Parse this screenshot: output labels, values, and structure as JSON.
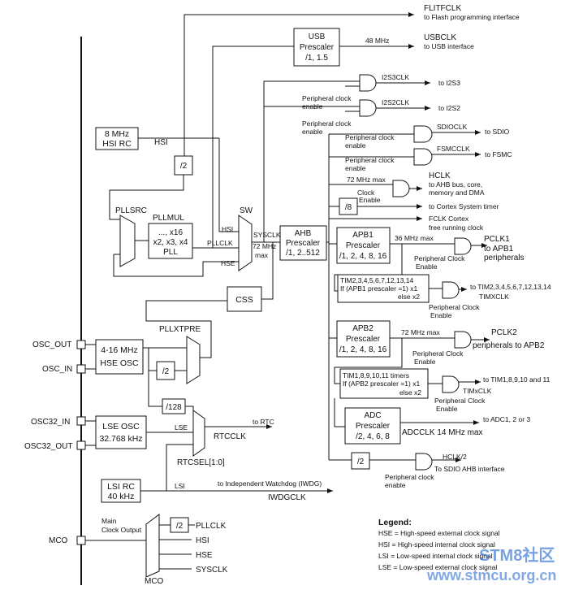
{
  "outputs": {
    "flitfclk": "FLITFCLK",
    "flitfclk_desc": "to Flash programming interface",
    "usbclk": "USBCLK",
    "usbclk_desc": "to USB interface",
    "usb_freq": "48 MHz",
    "i2s3clk": "I2S3CLK",
    "to_i2s3": "to I2S3",
    "i2s2clk": "I2S2CLK",
    "to_i2s2": "to I2S2",
    "sdioclk": "SDIOCLK",
    "to_sdio": "to SDIO",
    "fsmcclk": "FSMCCLK",
    "to_fsmc": "to FSMC",
    "hclk": "HCLK",
    "hclk_desc1": "to AHB bus, core,",
    "hclk_desc2": "memory and DMA",
    "hclk_max": "72 MHz max",
    "cortex_timer": "to Cortex System timer",
    "fclk1": "FCLK Cortex",
    "fclk2": "free running clock",
    "pclk1": "PCLK1",
    "pclk1_desc1": "to APB1",
    "pclk1_desc2": "peripherals",
    "apb1_max": "36 MHz max",
    "tim_apb1_out": "to TIM2,3,4,5,6,7,12,13,14",
    "timxclk": "TIMXCLK",
    "pclk2": "PCLK2",
    "pclk2_desc": "peripherals to APB2",
    "apb2_max": "72 MHz max",
    "tim_apb2_out": "to TIM1,8,9,10 and 11",
    "timxclk2": "TIMxCLK",
    "to_adc": "to ADC1, 2 or 3",
    "adcclk": "ADCCLK 14 MHz max",
    "hclk2": "HCLK/2",
    "to_sdio_ahb": "To SDIO AHB interface",
    "to_rtc": "to RTC",
    "rtcclk": "RTCCLK",
    "to_iwdg": "to Independent Watchdog (IWDG)",
    "iwdgclk": "IWDGCLK"
  },
  "blocks": {
    "usb_prescaler": [
      "USB",
      "Prescaler",
      "/1, 1.5"
    ],
    "hsi_rc": [
      "8 MHz",
      "HSI RC"
    ],
    "div2": "/2",
    "pllmul": [
      "..., x16",
      "x2, x3, x4",
      "PLL"
    ],
    "pllmul_label": "PLLMUL",
    "pllsrc": "PLLSRC",
    "sw": "SW",
    "css": "CSS",
    "ahb_prescaler": [
      "AHB",
      "Prescaler",
      "/1, 2..512"
    ],
    "div8": "/8",
    "apb1_prescaler": [
      "APB1",
      "Prescaler",
      "/1, 2, 4, 8, 16"
    ],
    "tim_apb1_box": [
      "TIM2,3,4,5,6,7,12,13,14",
      "If (APB1 prescaler =1) x1",
      "else  x2"
    ],
    "apb2_prescaler": [
      "APB2",
      "Prescaler",
      "/1, 2, 4, 8, 16"
    ],
    "tim_apb2_box": [
      "TIM1,8,9,10,11 timers",
      "If (APB2 prescaler =1) x1",
      "else x2"
    ],
    "adc_prescaler": [
      "ADC",
      "Prescaler",
      "/2, 4, 6, 8"
    ],
    "hse_osc": [
      "4-16 MHz",
      "HSE OSC"
    ],
    "pllxtpre": "PLLXTPRE",
    "div128": "/128",
    "lse_osc": [
      "LSE OSC",
      "32.768 kHz"
    ],
    "rtcsel": "RTCSEL[1:0]",
    "lsi_rc": [
      "LSI RC",
      "40 kHz"
    ],
    "mco_div2": "/2",
    "mco": "MCO",
    "main_clock_output": [
      "Main",
      "Clock Output"
    ]
  },
  "signals": {
    "hsi": "HSI",
    "hse": "HSE",
    "lse": "LSE",
    "lsi": "LSI",
    "pllclk": "PLLCLK",
    "sysclk": "SYSCLK",
    "sysclk_max1": "72 MHz",
    "sysclk_max2": "max",
    "periph_enable1": "Peripheral clock",
    "periph_enable2": "enable",
    "apb_enable1": "Peripheral Clock",
    "apb_enable2": "Enable",
    "clock_enable1": "Clock",
    "clock_enable2": "Enable"
  },
  "pins": {
    "osc_out": "OSC_OUT",
    "osc_in": "OSC_IN",
    "osc32_in": "OSC32_IN",
    "osc32_out": "OSC32_OUT",
    "mco": "MCO"
  },
  "mco_inputs": [
    "PLLCLK",
    "HSI",
    "HSE",
    "SYSCLK"
  ],
  "legend": {
    "title": "Legend:",
    "items": [
      "HSE = High-speed external clock signal",
      "HSI = High-speed internal clock signal",
      "LSI = Low-speed internal clock signal",
      "LSE = Low-speed external clock signal"
    ]
  },
  "watermark": [
    "STM8社区",
    "www.stmcu.org.cn"
  ]
}
